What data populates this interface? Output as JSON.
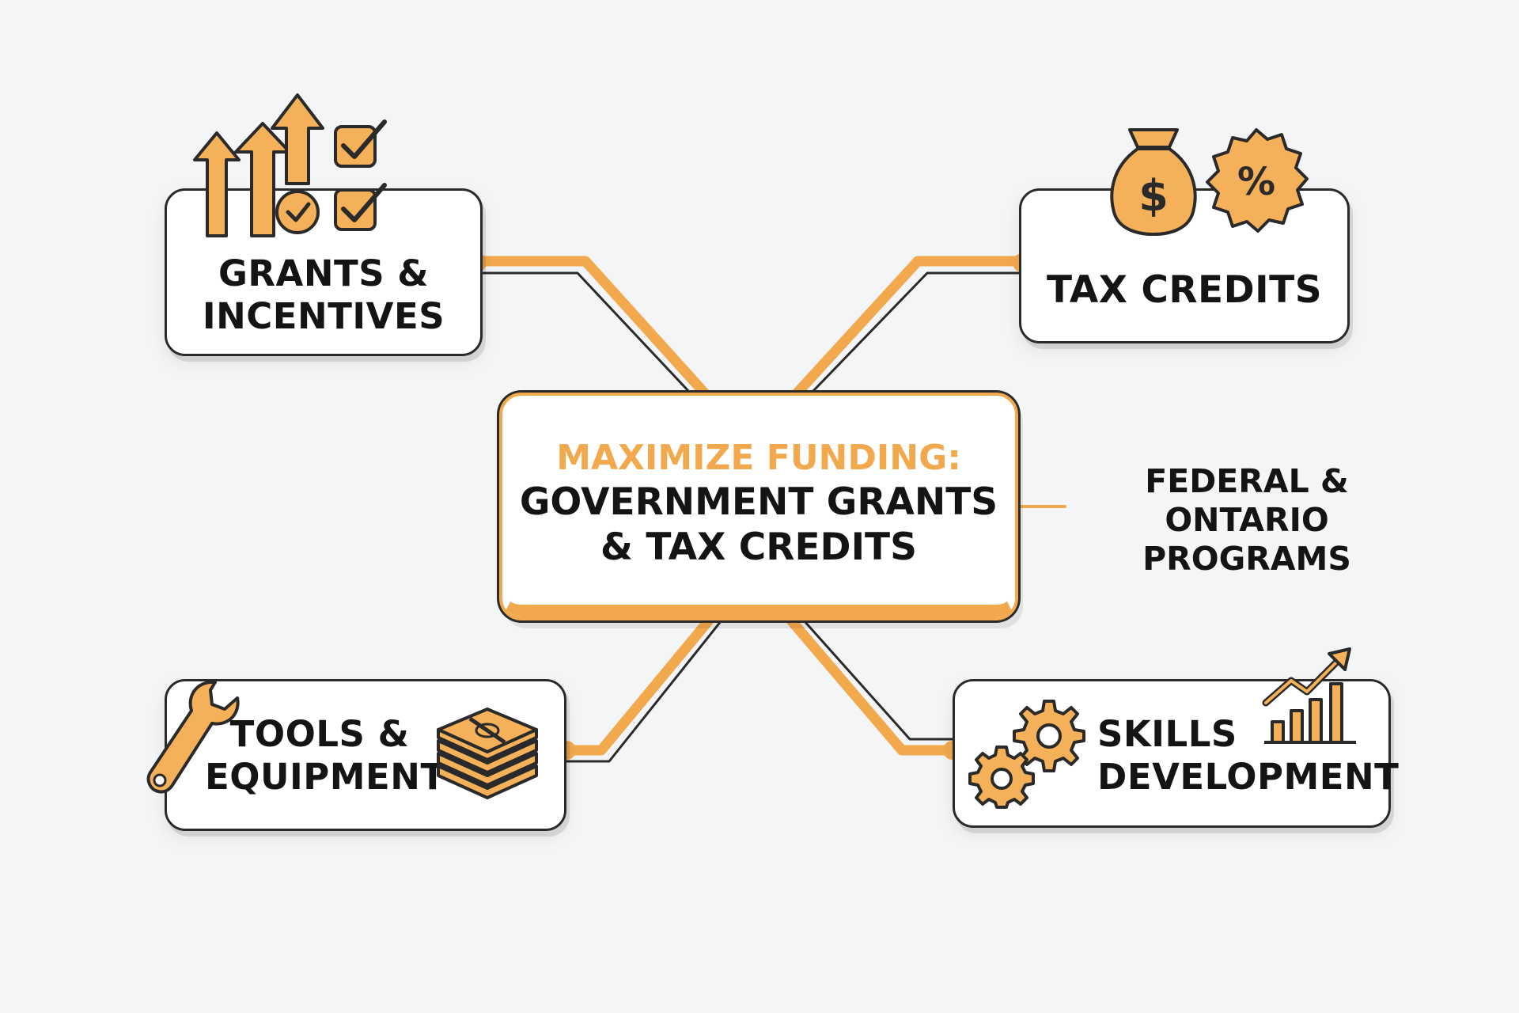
{
  "center": {
    "line1": "MAXIMIZE FUNDING:",
    "line2": "GOVERNMENT GRANTS",
    "line3": "& TAX CREDITS"
  },
  "side_note": {
    "line1": "FEDERAL & ONTARIO",
    "line2": "PROGRAMS"
  },
  "nodes": {
    "grants": {
      "line1": "GRANTS &",
      "line2": "INCENTIVES",
      "icons": [
        "up-arrows-icon",
        "checkbox-icon"
      ]
    },
    "tax": {
      "line1": "TAX CREDITS",
      "icons": [
        "money-bag-icon",
        "percent-badge-icon"
      ]
    },
    "tools": {
      "line1": "TOOLS &",
      "line2": "EQUIPMENT",
      "icons": [
        "wrench-icon",
        "cash-stack-icon"
      ]
    },
    "skills": {
      "line1": "SKILLS",
      "line2": "DEVELOPMENT",
      "icons": [
        "gears-icon",
        "growth-chart-icon"
      ]
    }
  },
  "colors": {
    "accent": "#f2a94e",
    "ink": "#2a2a2a",
    "background": "#f4f5f7",
    "icon_fill": "#f5b15a"
  }
}
